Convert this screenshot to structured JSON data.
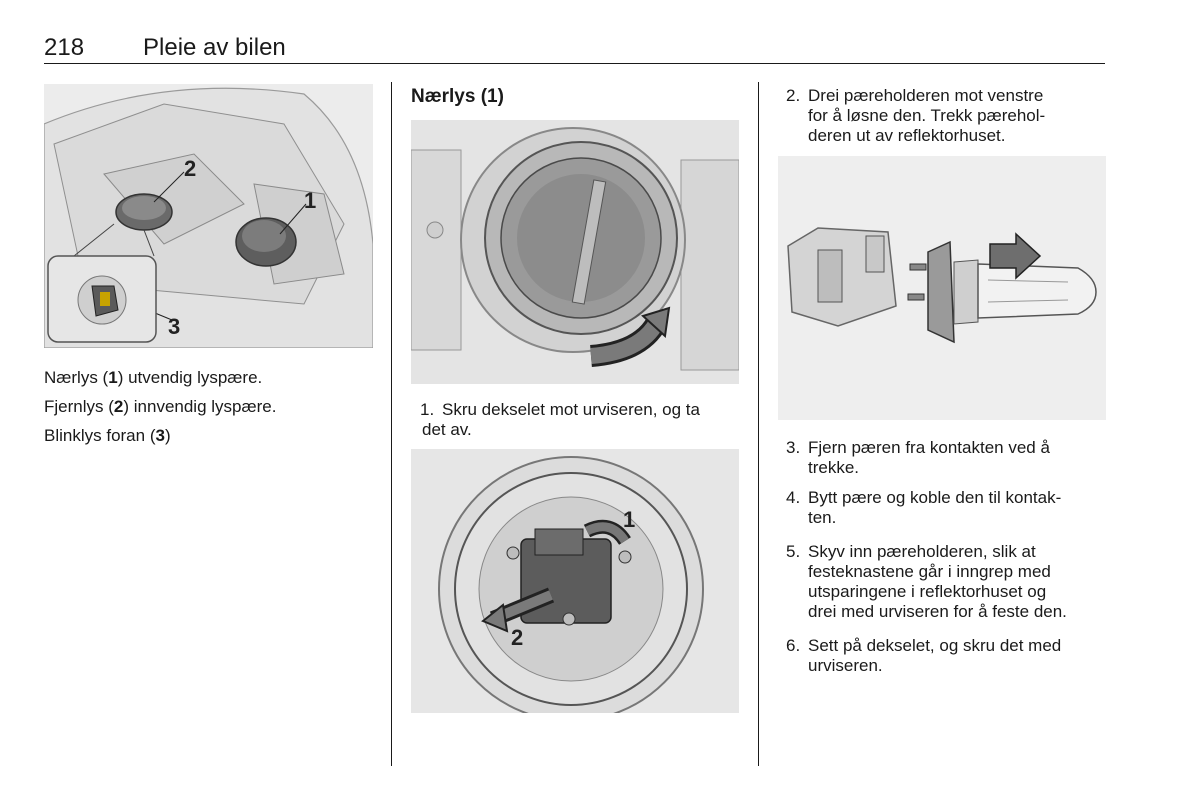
{
  "page": {
    "number": "218",
    "section_title": "Pleie av bilen"
  },
  "left": {
    "figure_callouts": [
      "1",
      "2",
      "3"
    ],
    "captions": [
      {
        "pre": "Nærlys (",
        "ref": "1",
        "post": ") utvendig lyspære."
      },
      {
        "pre": "Fjernlys (",
        "ref": "2",
        "post": ") innvendig lyspære."
      },
      {
        "pre": "Blinklys foran (",
        "ref": "3",
        "post": ")"
      }
    ]
  },
  "middle": {
    "heading": "Nærlys (1)",
    "step1": {
      "num": "1.",
      "line1": "Skru dekselet mot urviseren, og ta",
      "line2": "det av."
    },
    "figure2_callouts": [
      "1",
      "2"
    ]
  },
  "right": {
    "step2": {
      "num": "2.",
      "lines": [
        "Drei pæreholderen mot venstre",
        "for å løsne den. Trekk pærehol-",
        "deren ut av reflektorhuset."
      ]
    },
    "steps": [
      {
        "num": "3.",
        "lines": [
          "Fjern pæren fra kontakten ved å",
          "trekke."
        ]
      },
      {
        "num": "4.",
        "lines": [
          "Bytt pære og koble den til kontak-",
          "ten."
        ]
      },
      {
        "num": "5.",
        "lines": [
          "Skyv inn pæreholderen, slik at",
          "festeknastene går i inngrep med",
          "utsparingene i reflektorhuset og",
          "drei med urviseren for å feste den."
        ]
      },
      {
        "num": "6.",
        "lines": [
          "Sett på dekselet, og skru det med",
          "urviseren."
        ]
      }
    ]
  }
}
